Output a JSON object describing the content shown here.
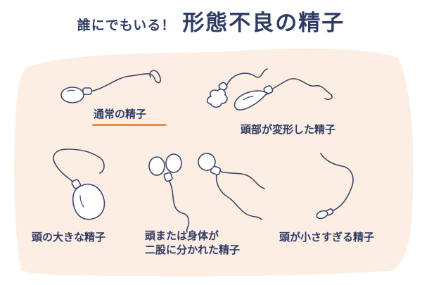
{
  "title": {
    "prefix": "誰にでもいる！",
    "main": "形態不良の精子"
  },
  "labels": {
    "normal": "通常の精子",
    "deformed_head": "頭部が変形した精子",
    "large_head": "頭の大きな精子",
    "split_line1": "頭または身体が",
    "split_line2": "二股に分かれた精子",
    "small_head": "頭が小さすぎる精子"
  },
  "colors": {
    "background_blob": "#fdeee4",
    "text": "#2f3c64",
    "underline": "#f28a3c",
    "outline": "#3b4668"
  }
}
